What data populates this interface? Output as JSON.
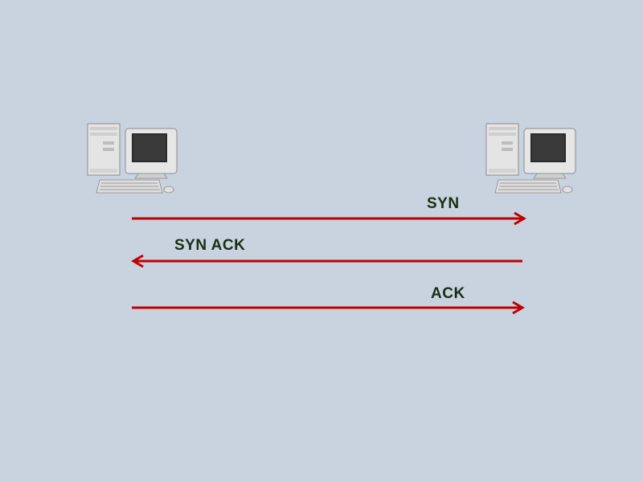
{
  "diagram": {
    "left_host": {
      "icon": "desktop-computer-icon"
    },
    "right_host": {
      "icon": "desktop-computer-icon"
    },
    "arrow_color": "#c00000",
    "label_color": "#1a2e14",
    "messages": [
      {
        "label": "SYN",
        "direction": "left-to-right"
      },
      {
        "label": "SYN ACK",
        "direction": "right-to-left"
      },
      {
        "label": "ACK",
        "direction": "left-to-right"
      }
    ]
  }
}
